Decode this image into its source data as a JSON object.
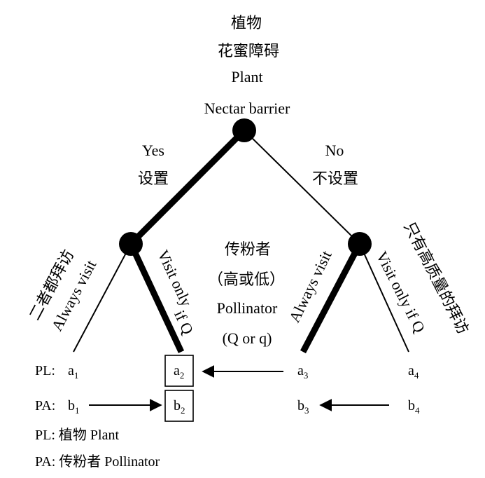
{
  "root": {
    "title_cn": "植物",
    "subtitle_cn": "花蜜障碍",
    "title_en": "Plant",
    "subtitle_en": "Nectar barrier"
  },
  "branches": {
    "left": {
      "en": "Yes",
      "cn": "设置"
    },
    "right": {
      "en": "No",
      "cn": "不设置"
    }
  },
  "pollinator": {
    "cn": "传粉者",
    "cn_sub": "（高或低）",
    "en": "Pollinator",
    "en_sub": "(Q or q)"
  },
  "moves": {
    "left_always_cn": "二者都拜访",
    "left_always_en": "Always visit",
    "left_onlyq_en_1": "Visit only",
    "left_onlyq_en_2": "if Q",
    "right_always_en": "Always visit",
    "right_onlyq_en": "Visit only if Q",
    "right_onlyq_cn": "只有高质量的拜访"
  },
  "payoffs": {
    "pl_label": "PL:",
    "pa_label": "PA:",
    "pl": [
      {
        "base": "a",
        "sub": "1",
        "highlighted": false
      },
      {
        "base": "a",
        "sub": "2",
        "highlighted": true
      },
      {
        "base": "a",
        "sub": "3",
        "highlighted": false
      },
      {
        "base": "a",
        "sub": "4",
        "highlighted": false
      }
    ],
    "pa": [
      {
        "base": "b",
        "sub": "1",
        "highlighted": false
      },
      {
        "base": "b",
        "sub": "2",
        "highlighted": true
      },
      {
        "base": "b",
        "sub": "3",
        "highlighted": false
      },
      {
        "base": "b",
        "sub": "4",
        "highlighted": false
      }
    ]
  },
  "legend": {
    "pl": "PL: 植物 Plant",
    "pa": "PA: 传粉者 Pollinator"
  }
}
